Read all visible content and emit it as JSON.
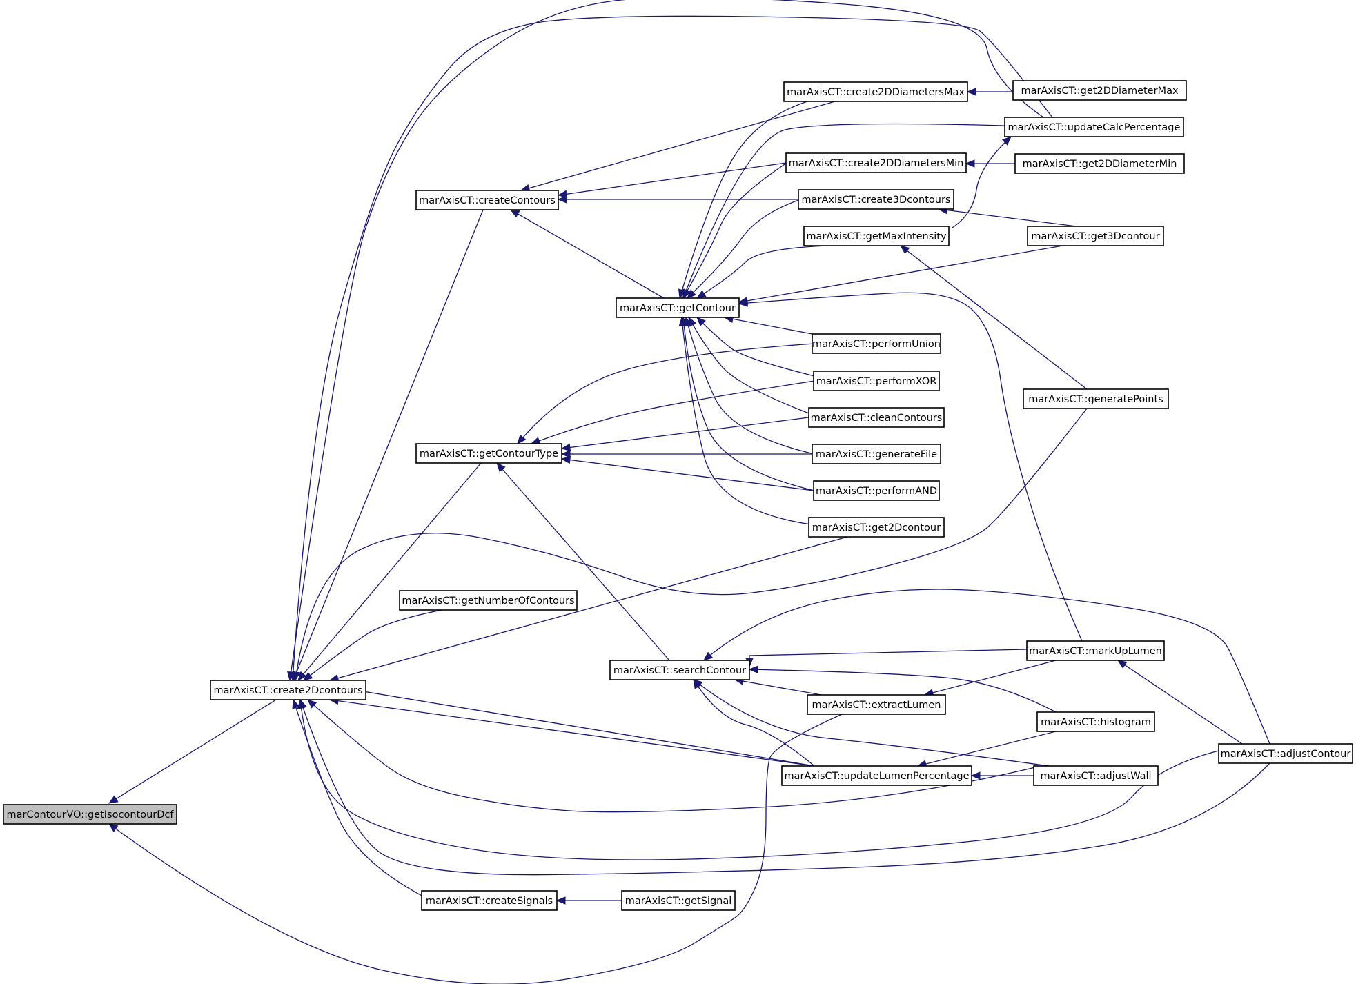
{
  "nodes": [
    {
      "id": "getIsocontourDcf",
      "label": "marContourVO::getIsocontourDcf",
      "root": true
    },
    {
      "id": "create2Dcontours",
      "label": "marAxisCT::create2Dcontours"
    },
    {
      "id": "createContours",
      "label": "marAxisCT::createContours"
    },
    {
      "id": "getContourType",
      "label": "marAxisCT::getContourType"
    },
    {
      "id": "getNumberOfContours",
      "label": "marAxisCT::getNumberOfContours"
    },
    {
      "id": "createSignals",
      "label": "marAxisCT::createSignals"
    },
    {
      "id": "getSignal",
      "label": "marAxisCT::getSignal"
    },
    {
      "id": "getContour",
      "label": "marAxisCT::getContour"
    },
    {
      "id": "searchContour",
      "label": "marAxisCT::searchContour"
    },
    {
      "id": "create2DDiametersMax",
      "label": "marAxisCT::create2DDiametersMax"
    },
    {
      "id": "create2DDiametersMin",
      "label": "marAxisCT::create2DDiametersMin"
    },
    {
      "id": "create3Dcontours",
      "label": "marAxisCT::create3Dcontours"
    },
    {
      "id": "getMaxIntensity",
      "label": "marAxisCT::getMaxIntensity"
    },
    {
      "id": "performUnion",
      "label": "marAxisCT::performUnion"
    },
    {
      "id": "performXOR",
      "label": "marAxisCT::performXOR"
    },
    {
      "id": "cleanContours",
      "label": "marAxisCT::cleanContours"
    },
    {
      "id": "generateFile",
      "label": "marAxisCT::generateFile"
    },
    {
      "id": "performAND",
      "label": "marAxisCT::performAND"
    },
    {
      "id": "get2Dcontour",
      "label": "marAxisCT::get2Dcontour"
    },
    {
      "id": "extractLumen",
      "label": "marAxisCT::extractLumen"
    },
    {
      "id": "updateLumenPercentage",
      "label": "marAxisCT::updateLumenPercentage"
    },
    {
      "id": "get2DDiameterMax",
      "label": "marAxisCT::get2DDiameterMax"
    },
    {
      "id": "updateCalcPercentage",
      "label": "marAxisCT::updateCalcPercentage"
    },
    {
      "id": "get2DDiameterMin",
      "label": "marAxisCT::get2DDiameterMin"
    },
    {
      "id": "get3Dcontour",
      "label": "marAxisCT::get3Dcontour"
    },
    {
      "id": "generatePoints",
      "label": "marAxisCT::generatePoints"
    },
    {
      "id": "markUpLumen",
      "label": "marAxisCT::markUpLumen"
    },
    {
      "id": "histogram",
      "label": "marAxisCT::histogram"
    },
    {
      "id": "adjustWall",
      "label": "marAxisCT::adjustWall"
    },
    {
      "id": "adjustContour",
      "label": "marAxisCT::adjustContour"
    }
  ],
  "edges": [
    {
      "from": "create2Dcontours",
      "to": "getIsocontourDcf"
    },
    {
      "from": "extractLumen",
      "to": "getIsocontourDcf"
    },
    {
      "from": "createContours",
      "to": "create2Dcontours"
    },
    {
      "from": "getContourType",
      "to": "create2Dcontours"
    },
    {
      "from": "getNumberOfContours",
      "to": "create2Dcontours"
    },
    {
      "from": "createSignals",
      "to": "create2Dcontours"
    },
    {
      "from": "get2Dcontour",
      "to": "create2Dcontours"
    },
    {
      "from": "generatePoints",
      "to": "create2Dcontours"
    },
    {
      "from": "updateCalcPercentage",
      "to": "create2Dcontours"
    },
    {
      "from": "updateLumenPercentage",
      "to": "create2Dcontours"
    },
    {
      "from": "adjustWall",
      "to": "create2Dcontours"
    },
    {
      "from": "adjustContour",
      "to": "create2Dcontours"
    },
    {
      "from": "getSignal",
      "to": "createSignals"
    },
    {
      "from": "getContour",
      "to": "createContours"
    },
    {
      "from": "create2DDiametersMax",
      "to": "createContours"
    },
    {
      "from": "create2DDiametersMin",
      "to": "createContours"
    },
    {
      "from": "create3Dcontours",
      "to": "createContours"
    },
    {
      "from": "searchContour",
      "to": "getContourType"
    },
    {
      "from": "performUnion",
      "to": "getContourType"
    },
    {
      "from": "performXOR",
      "to": "getContourType"
    },
    {
      "from": "cleanContours",
      "to": "getContourType"
    },
    {
      "from": "generateFile",
      "to": "getContourType"
    },
    {
      "from": "performAND",
      "to": "getContourType"
    },
    {
      "from": "create2DDiametersMax",
      "to": "getContour"
    },
    {
      "from": "updateCalcPercentage",
      "to": "getContour"
    },
    {
      "from": "create2DDiametersMin",
      "to": "getContour"
    },
    {
      "from": "create3Dcontours",
      "to": "getContour"
    },
    {
      "from": "getMaxIntensity",
      "to": "getContour"
    },
    {
      "from": "get3Dcontour",
      "to": "getContour"
    },
    {
      "from": "markUpLumen",
      "to": "getContour"
    },
    {
      "from": "performUnion",
      "to": "getContour"
    },
    {
      "from": "performXOR",
      "to": "getContour"
    },
    {
      "from": "cleanContours",
      "to": "getContour"
    },
    {
      "from": "generateFile",
      "to": "getContour"
    },
    {
      "from": "performAND",
      "to": "getContour"
    },
    {
      "from": "get2Dcontour",
      "to": "getContour"
    },
    {
      "from": "get2DDiameterMax",
      "to": "create2DDiametersMax"
    },
    {
      "from": "get2DDiameterMin",
      "to": "create2DDiametersMin"
    },
    {
      "from": "get3Dcontour",
      "to": "create3Dcontours"
    },
    {
      "from": "generatePoints",
      "to": "getMaxIntensity"
    },
    {
      "from": "getMaxIntensity",
      "to": "updateCalcPercentage"
    },
    {
      "from": "markUpLumen",
      "to": "searchContour"
    },
    {
      "from": "histogram",
      "to": "searchContour"
    },
    {
      "from": "extractLumen",
      "to": "searchContour"
    },
    {
      "from": "updateLumenPercentage",
      "to": "searchContour"
    },
    {
      "from": "adjustWall",
      "to": "searchContour"
    },
    {
      "from": "adjustContour",
      "to": "searchContour"
    },
    {
      "from": "adjustContour",
      "to": "markUpLumen"
    },
    {
      "from": "markUpLumen",
      "to": "extractLumen"
    },
    {
      "from": "histogram",
      "to": "updateLumenPercentage"
    },
    {
      "from": "adjustWall",
      "to": "updateLumenPercentage"
    }
  ]
}
